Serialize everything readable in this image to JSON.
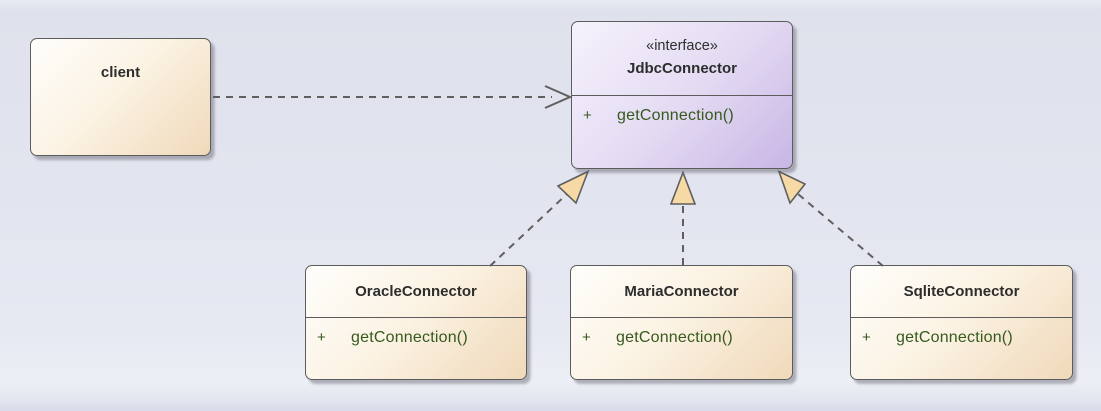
{
  "nodes": {
    "client": {
      "name": "client"
    },
    "interface": {
      "stereotype": "«interface»",
      "name": "JdbcConnector",
      "methods": [
        {
          "visibility": "+",
          "signature": "getConnection()"
        }
      ]
    },
    "implementations": [
      {
        "name": "OracleConnector",
        "methods": [
          {
            "visibility": "+",
            "signature": "getConnection()"
          }
        ]
      },
      {
        "name": "MariaConnector",
        "methods": [
          {
            "visibility": "+",
            "signature": "getConnection()"
          }
        ]
      },
      {
        "name": "SqliteConnector",
        "methods": [
          {
            "visibility": "+",
            "signature": "getConnection()"
          }
        ]
      }
    ]
  },
  "relationships": [
    {
      "type": "dependency",
      "from": "client",
      "to": "JdbcConnector",
      "line": "dashed",
      "head": "open-arrow"
    },
    {
      "type": "realization",
      "from": "OracleConnector",
      "to": "JdbcConnector",
      "line": "dashed",
      "head": "hollow-triangle"
    },
    {
      "type": "realization",
      "from": "MariaConnector",
      "to": "JdbcConnector",
      "line": "dashed",
      "head": "hollow-triangle"
    },
    {
      "type": "realization",
      "from": "SqliteConnector",
      "to": "JdbcConnector",
      "line": "dashed",
      "head": "hollow-triangle"
    }
  ],
  "colors": {
    "connector": "#5f5f5f",
    "node_border": "#5c5c5c",
    "triangle_fill": "#f6d9a5",
    "name_text": "#2d2d2d",
    "method_text": "#36591e",
    "cream_fill_light": "#fffefc",
    "cream_fill_dark": "#f0d9ba",
    "interface_fill_light": "#f6f2fc",
    "interface_fill_dark": "#c8b6e5",
    "background": "#e3e5f0"
  }
}
